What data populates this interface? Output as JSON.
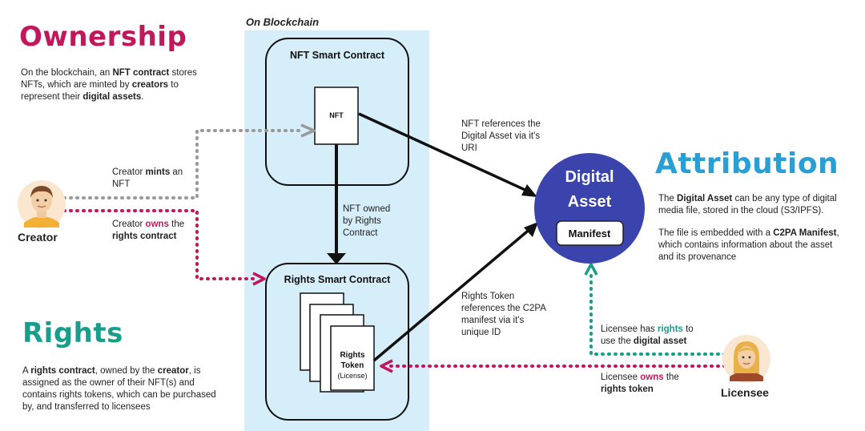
{
  "colors": {
    "ownership": "#c2185b",
    "rights": "#1a9e8c",
    "attribution": "#2a9fd6",
    "blockchain_bg": "#d6eef9",
    "asset_circle": "#3b44ad",
    "mint_line": "#999999",
    "owns_line": "#c2185b",
    "licensee_line": "#1a9e8c"
  },
  "blockchain_label": "On Blockchain",
  "ownership": {
    "title": "Ownership",
    "t1": "On the blockchain, an ",
    "b1": "NFT contract",
    "t2": " stores",
    "t3": "NFTs, which are minted by ",
    "b2": "creators",
    "t4": " to",
    "t5": "represent their ",
    "b3": "digital assets",
    "t6": "."
  },
  "rights": {
    "title": "Rights",
    "t1": "A ",
    "b1": "rights contract",
    "t2": ", owned by the ",
    "b2": "creator",
    "t3": ", is",
    "l2": "assigned as the owner of their NFT(s) and",
    "l3": "contains rights tokens, which can be purchased",
    "l4": "by, and transferred to licensees"
  },
  "attribution": {
    "title": "Attribution",
    "p1a": "The ",
    "p1b": "Digital Asset",
    "p1c": " can be any type of digital",
    "p1l2": "media file, stored in the cloud (S3/IPFS).",
    "p2a": "The file is embedded with a ",
    "p2b": "C2PA Manifest",
    "p2c": ",",
    "p2l2": "which contains information about the asset",
    "p2l3": "and its provenance"
  },
  "nft_contract": {
    "title": "NFT Smart Contract",
    "nft_label": "NFT"
  },
  "rights_contract": {
    "title": "Rights Smart Contract",
    "token_l1": "Rights",
    "token_l2": "Token",
    "token_l3": "(License)"
  },
  "digital_asset": {
    "l1": "Digital",
    "l2": "Asset",
    "manifest": "Manifest"
  },
  "creator": {
    "name": "Creator"
  },
  "licensee": {
    "name": "Licensee"
  },
  "labels": {
    "mints_a": "Creator ",
    "mints_b": "mints",
    "mints_c": " an",
    "mints_d": "NFT",
    "owns_a": "Creator ",
    "owns_b": "owns",
    "owns_c": " the",
    "owns_d": "rights contract",
    "nft_owned_l1": "NFT owned",
    "nft_owned_l2": "by Rights",
    "nft_owned_l3": "Contract",
    "nft_ref_l1": "NFT references the",
    "nft_ref_l2": "Digital Asset via it's",
    "nft_ref_l3": "URI",
    "rt_ref_l1": "Rights Token",
    "rt_ref_l2": "references the C2PA",
    "rt_ref_l3": "manifest via it's",
    "rt_ref_l4": "unique ID",
    "lic_rights_a": "Licensee has ",
    "lic_rights_b": "rights",
    "lic_rights_c": " to",
    "lic_rights_d": "use the ",
    "lic_rights_e": "digital asset",
    "lic_owns_a": "Licensee ",
    "lic_owns_b": "owns",
    "lic_owns_c": " the",
    "lic_owns_d": "rights token"
  }
}
